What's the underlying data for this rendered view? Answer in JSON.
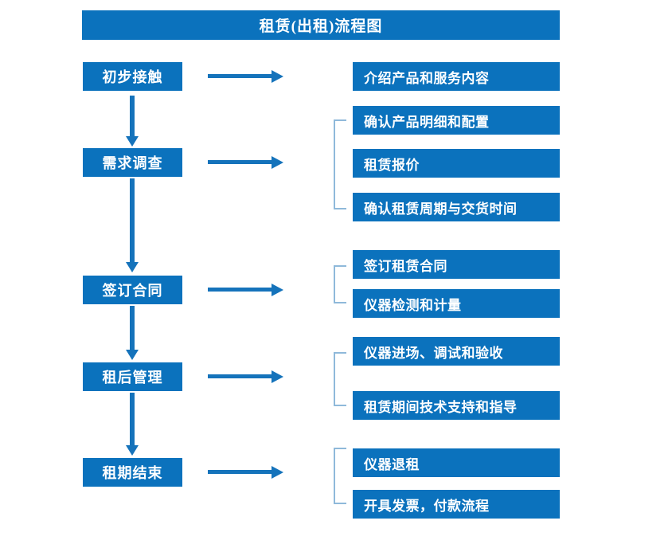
{
  "title": "租赁(出租)流程图",
  "colors": {
    "box_fill": "#0b72bd",
    "box_text": "#ffffff",
    "arrow": "#1573bb",
    "bracket": "#8fb9da",
    "background": "#ffffff"
  },
  "flow": {
    "stages": [
      {
        "id": "stage-1",
        "label": "初步接触"
      },
      {
        "id": "stage-2",
        "label": "需求调查"
      },
      {
        "id": "stage-3",
        "label": "签订合同"
      },
      {
        "id": "stage-4",
        "label": "租后管理"
      },
      {
        "id": "stage-5",
        "label": "租期结束"
      }
    ],
    "details": [
      {
        "id": "detail-1-1",
        "label": "介绍产品和服务内容",
        "stage": "初步接触"
      },
      {
        "id": "detail-2-1",
        "label": "确认产品明细和配置",
        "stage": "需求调查"
      },
      {
        "id": "detail-2-2",
        "label": "租赁报价",
        "stage": "需求调查"
      },
      {
        "id": "detail-2-3",
        "label": "确认租赁周期与交货时间",
        "stage": "需求调查"
      },
      {
        "id": "detail-3-1",
        "label": "签订租赁合同",
        "stage": "签订合同"
      },
      {
        "id": "detail-3-2",
        "label": "仪器检测和计量",
        "stage": "签订合同"
      },
      {
        "id": "detail-4-1",
        "label": "仪器进场、调试和验收",
        "stage": "租后管理"
      },
      {
        "id": "detail-4-2",
        "label": "租赁期间技术支持和指导",
        "stage": "租后管理"
      },
      {
        "id": "detail-5-1",
        "label": "仪器退租",
        "stage": "租期结束"
      },
      {
        "id": "detail-5-2",
        "label": "开具发票，付款流程",
        "stage": "租期结束"
      }
    ],
    "connector_count": {
      "right_arrows": 5,
      "down_arrows": 4,
      "brackets": 4
    }
  }
}
